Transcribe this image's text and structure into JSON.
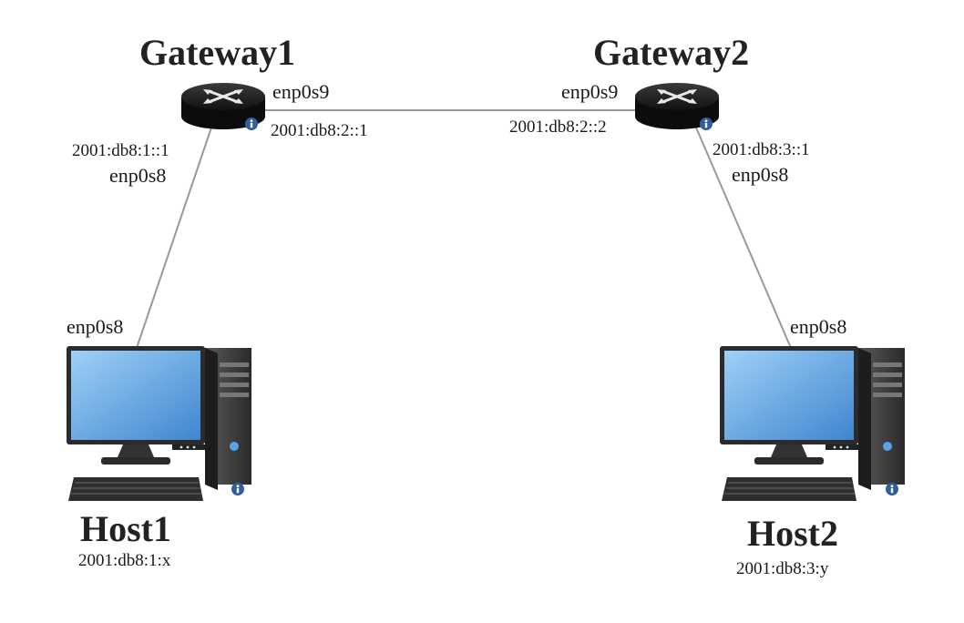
{
  "nodes": {
    "gateway1": {
      "name": "Gateway1"
    },
    "gateway2": {
      "name": "Gateway2"
    },
    "host1": {
      "name": "Host1",
      "address": "2001:db8:1:x"
    },
    "host2": {
      "name": "Host2",
      "address": "2001:db8:3:y"
    }
  },
  "links": {
    "gw1_gw2": {
      "gw1_iface": "enp0s9",
      "gw1_addr": "2001:db8:2::1",
      "gw2_iface": "enp0s9",
      "gw2_addr": "2001:db8:2::2"
    },
    "gw1_host1": {
      "gw1_addr": "2001:db8:1::1",
      "gw1_iface": "enp0s8",
      "host1_iface": "enp0s8"
    },
    "gw2_host2": {
      "gw2_addr": "2001:db8:3::1",
      "gw2_iface": "enp0s8",
      "host2_iface": "enp0s8"
    }
  },
  "icons": {
    "router": "router-icon",
    "computer": "desktop-computer-icon",
    "info": "info-icon"
  },
  "colors": {
    "link": "#999999",
    "router_body": "#151515",
    "monitor_screen": "#5b9bd5",
    "info_badge": "#2f5f9f"
  }
}
